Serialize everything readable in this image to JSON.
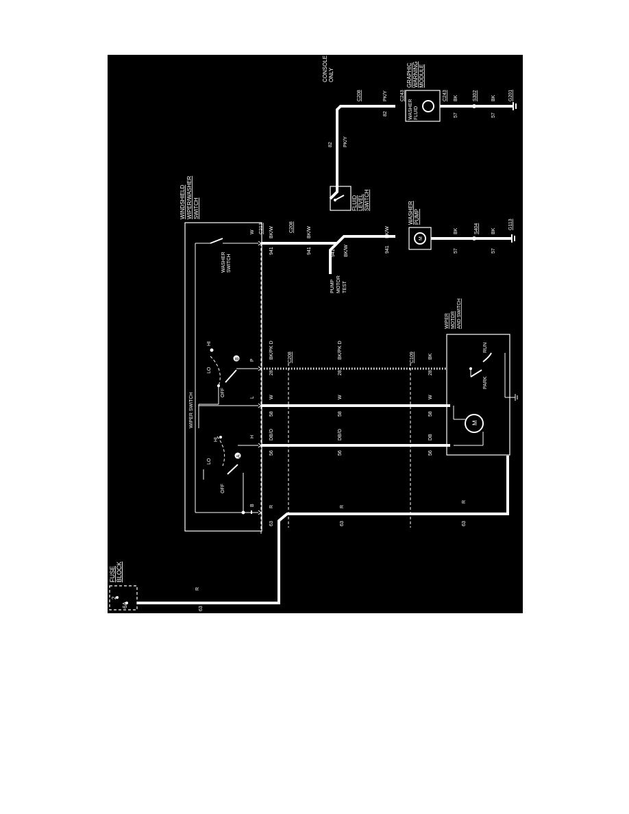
{
  "components": {
    "fuse_block": {
      "line1": "FUSE",
      "line2": "BLOCK",
      "pin_a": "2",
      "pin_b": "6A"
    },
    "wiper_washer_switch": {
      "line1": "WINDSHIELD",
      "line2": "WIPER/WASHER",
      "line3": "SWITCH"
    },
    "washer_switch": {
      "line1": "WASHER",
      "line2": "SWITCH"
    },
    "wiper_switch": "WIPER SWITCH",
    "wiper_motor_switch": {
      "line1": "WIPER",
      "line2": "MOTOR",
      "line3": "AND SWITCH"
    },
    "washer_pump": {
      "line1": "WASHER",
      "line2": "PUMP"
    },
    "fluid_level_switch": {
      "line1": "FLUID",
      "line2": "LEVEL",
      "line3": "SWITCH"
    },
    "graphic_warning_module": {
      "line1": "GRAPHIC",
      "line2": "WARNING",
      "line3": "MODULE"
    },
    "washer_fluid": {
      "line1": "WASHER",
      "line2": "FLUID"
    },
    "console_only": {
      "line1": "CONSOLE",
      "line2": "ONLY"
    },
    "pump_motor_test": {
      "line1": "PUMP",
      "line2": "MOTOR",
      "line3": "TEST"
    }
  },
  "switch_positions": {
    "off": "OFF",
    "lo": "LO",
    "hi": "HI",
    "park": "PARK",
    "run": "RUN",
    "motor": "M"
  },
  "terminals": {
    "b": "B",
    "h": "H",
    "l": "L",
    "p": "P",
    "w": "W",
    "a": "A",
    "badge_b": "B"
  },
  "connectors": {
    "c213": "C213",
    "c208": "C208",
    "c109": "C109",
    "c243": "C243",
    "s404": "S404",
    "s302": "S302",
    "g113": "G113",
    "g201": "G201"
  },
  "circuits": {
    "red": {
      "num": "63",
      "color": "R"
    },
    "dbo": {
      "num": "56",
      "color": "DB/O",
      "color_motor": "DB"
    },
    "white": {
      "num": "58",
      "color": "W"
    },
    "bkpkd": {
      "num": "28",
      "color": "BK/PK D",
      "color_motor": "BK"
    },
    "bkw": {
      "num": "941",
      "color": "BK/W"
    },
    "pky": {
      "num": "82",
      "color": "PK/Y"
    },
    "bk": {
      "num": "57",
      "color": "BK"
    }
  }
}
